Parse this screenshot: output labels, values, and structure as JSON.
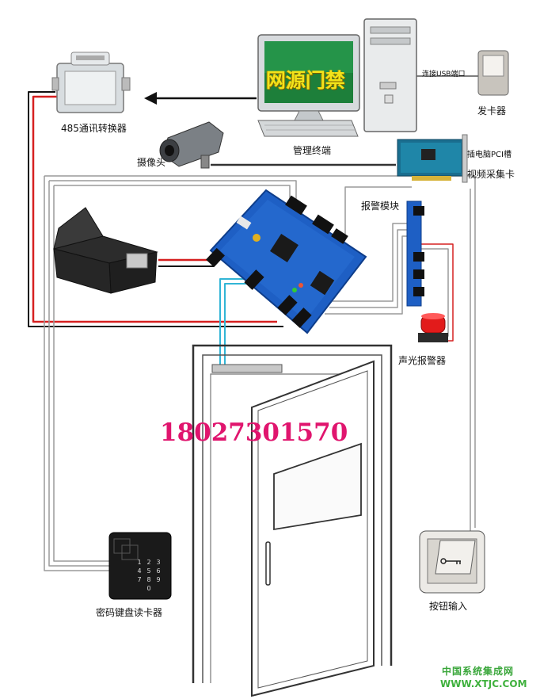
{
  "diagram": {
    "software_name": "网源门禁",
    "phone_number": "18027301570",
    "labels": {
      "converter": "485通讯转换器",
      "terminal": "管理终端",
      "usb": "连接USB端口",
      "card_issuer": "发卡器",
      "camera": "摄像头",
      "pci_slot": "插电脑PCI槽",
      "capture_card": "视频采集卡",
      "alarm_module": "报警模块",
      "alarm": "声光报警器",
      "keypad_reader": "密码键盘读卡器",
      "exit_button": "按钮输入"
    },
    "keypad_keys": [
      "1",
      "2",
      "3",
      "4",
      "5",
      "6",
      "7",
      "8",
      "9",
      "",
      "0",
      ""
    ],
    "watermark": {
      "line1": "中国系统集成网",
      "line2": "WWW.XTJC.COM"
    },
    "colors": {
      "power_wire": "#d62020",
      "signal_wire": "#111111",
      "lock_wire": "#32b5d6",
      "board": "#1e5fc4",
      "phone_text": "#e0156e",
      "brand_text": "#f2e31a",
      "watermark": "#39a63a"
    }
  }
}
